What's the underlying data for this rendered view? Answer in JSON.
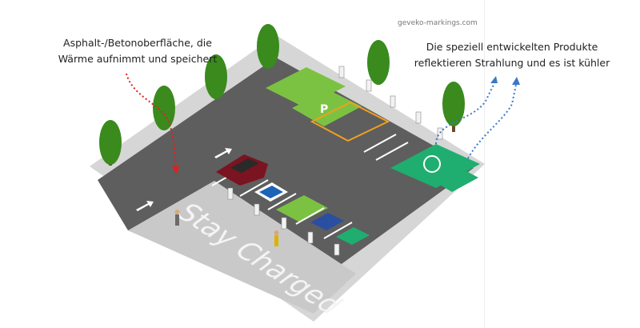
{
  "source": "geveko-markings.com",
  "annotations": {
    "left": [
      "Asphalt-/Betonoberfläche, die",
      "Wärme aufnimmt und speichert"
    ],
    "right": [
      "Die speziell entwickelten Produkte",
      "reflektieren Strahlung und es ist kühler"
    ]
  },
  "ground_text": "Stay Charged",
  "parking_sign": "P",
  "colors": {
    "asphalt": "#5e5e5e",
    "sidewalk": "#d6d6d6",
    "green": "#7cc242",
    "teal": "#1fae6f",
    "orange": "#f0a020",
    "heat_arrow": "#e02020",
    "cool_arrow": "#3a78c8"
  }
}
